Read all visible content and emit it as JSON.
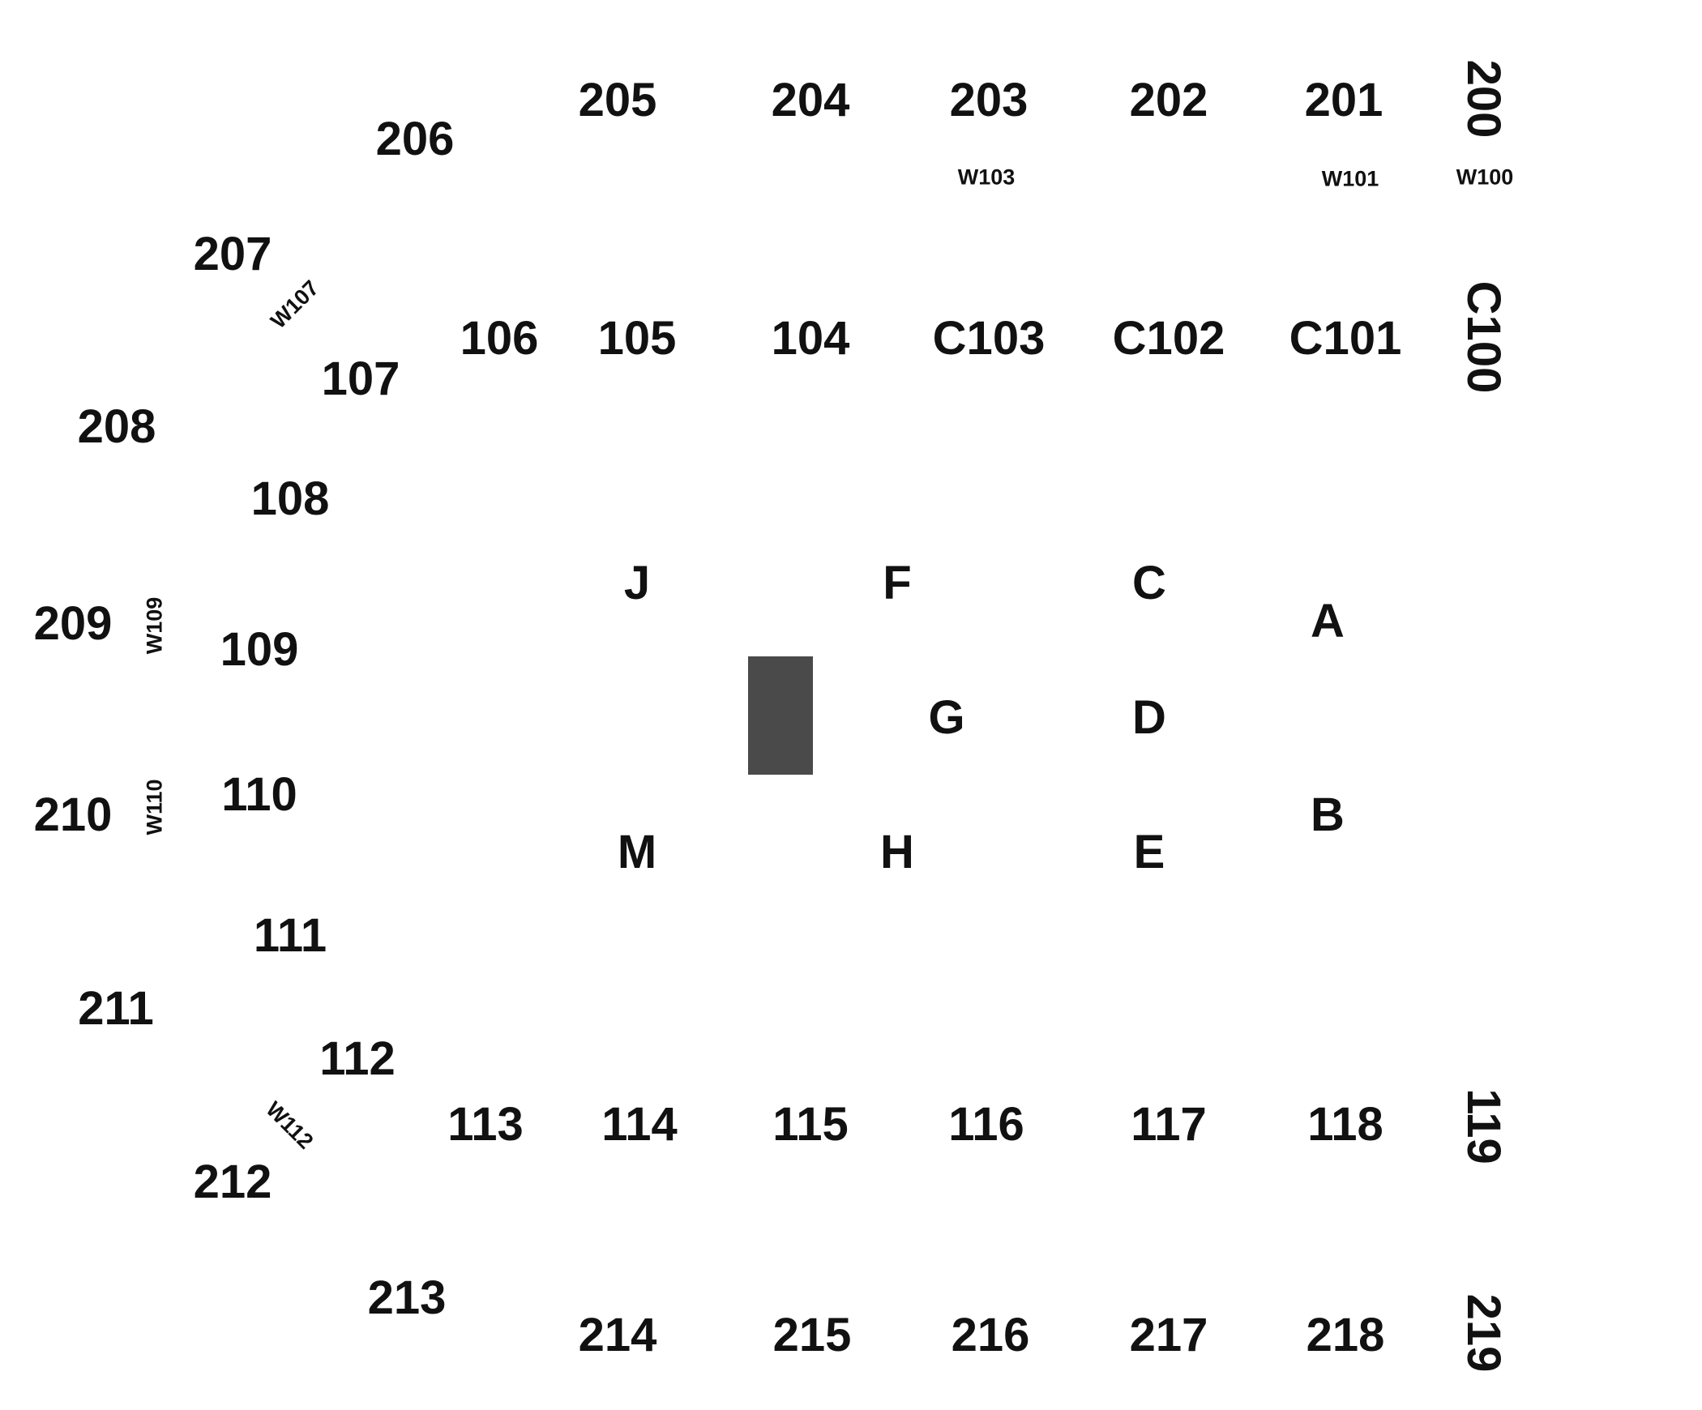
{
  "map": {
    "stage_color": "#4a4a4a",
    "upper_sections": {
      "s200": "200",
      "s201": "201",
      "s202": "202",
      "s203": "203",
      "s204": "204",
      "s205": "205",
      "s206": "206",
      "s207": "207",
      "s208": "208",
      "s209": "209",
      "s210": "210",
      "s211": "211",
      "s212": "212",
      "s213": "213",
      "s214": "214",
      "s215": "215",
      "s216": "216",
      "s217": "217",
      "s218": "218",
      "s219": "219"
    },
    "lower_sections": {
      "c100": "C100",
      "c101": "C101",
      "c102": "C102",
      "c103": "C103",
      "s104": "104",
      "s105": "105",
      "s106": "106",
      "s107": "107",
      "s108": "108",
      "s109": "109",
      "s110": "110",
      "s111": "111",
      "s112": "112",
      "s113": "113",
      "s114": "114",
      "s115": "115",
      "s116": "116",
      "s117": "117",
      "s118": "118",
      "s119": "119"
    },
    "floor_sections": {
      "a": "A",
      "b": "B",
      "c": "C",
      "d": "D",
      "e": "E",
      "f": "F",
      "g": "G",
      "h": "H",
      "j": "J",
      "m": "M"
    },
    "wheelchair_labels": {
      "w100": "W100",
      "w101": "W101",
      "w103": "W103",
      "w107": "W107",
      "w109": "W109",
      "w110": "W110",
      "w112": "W112"
    }
  }
}
